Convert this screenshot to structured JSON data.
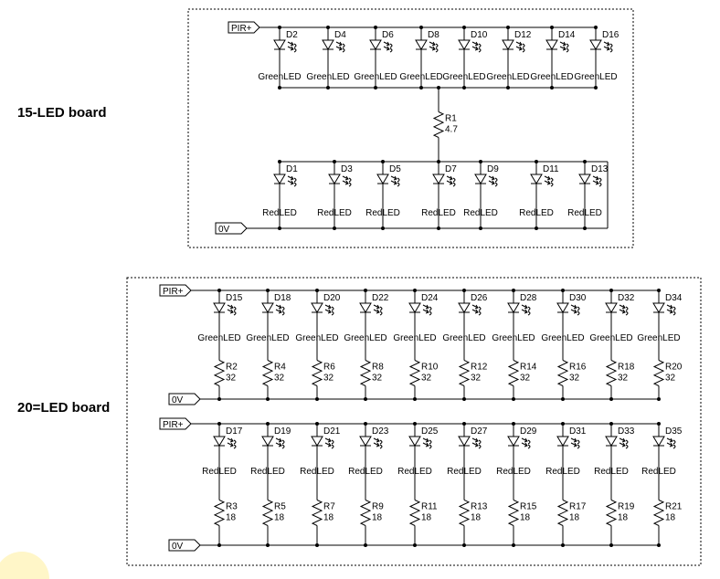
{
  "titles": {
    "board15": "15-LED board",
    "board20": "20=LED board"
  },
  "nets": {
    "pir": "PIR+",
    "gnd": "0V"
  },
  "board15": {
    "green_leds": [
      "D2",
      "D4",
      "D6",
      "D8",
      "D10",
      "D12",
      "D14",
      "D16"
    ],
    "green_value": "GreenLED",
    "resistor": {
      "ref": "R1",
      "value": "4.7"
    },
    "red_leds": [
      "D1",
      "D3",
      "D5",
      "D7",
      "D9",
      "D11",
      "D13"
    ],
    "red_value": "RedLED"
  },
  "board20": {
    "green_row": {
      "leds": [
        "D15",
        "D18",
        "D20",
        "D22",
        "D24",
        "D26",
        "D28",
        "D30",
        "D32",
        "D34"
      ],
      "led_value": "GreenLED",
      "resistors": [
        "R2",
        "R4",
        "R6",
        "R8",
        "R10",
        "R12",
        "R14",
        "R16",
        "R18",
        "R20"
      ],
      "resistor_value": "32"
    },
    "red_row": {
      "leds": [
        "D17",
        "D19",
        "D21",
        "D23",
        "D25",
        "D27",
        "D29",
        "D31",
        "D33",
        "D35"
      ],
      "led_value": "RedLED",
      "resistors": [
        "R3",
        "R5",
        "R7",
        "R9",
        "R11",
        "R13",
        "R15",
        "R17",
        "R19",
        "R21"
      ],
      "resistor_value": "18"
    }
  },
  "colors": {
    "wire": "#000000",
    "border": "#000000",
    "corner_glow": "#fff6c8"
  }
}
